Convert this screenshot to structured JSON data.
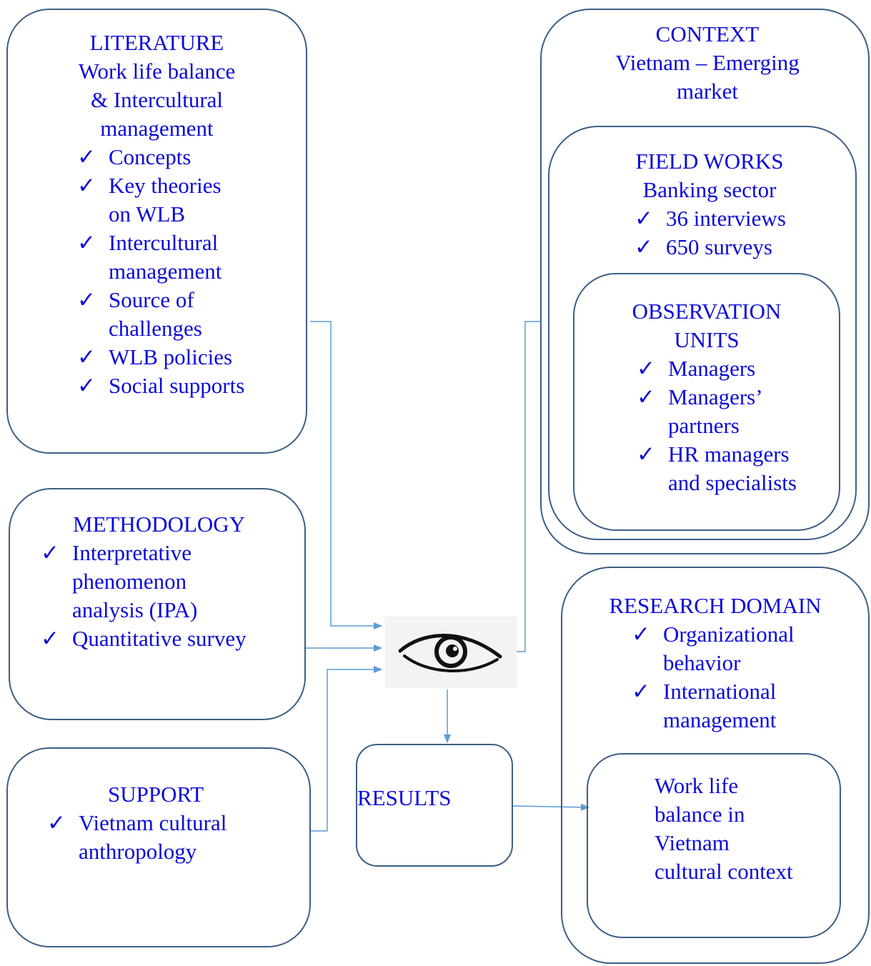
{
  "literature": {
    "title": "LITERATURE",
    "subtitle": [
      "Work life balance",
      "& Intercultural",
      "management"
    ],
    "items": [
      [
        "Concepts"
      ],
      [
        "Key theories",
        "on WLB"
      ],
      [
        "Intercultural",
        "management"
      ],
      [
        "Source of",
        "challenges"
      ],
      [
        "WLB policies"
      ],
      [
        "Social supports"
      ]
    ]
  },
  "methodology": {
    "title": "METHODOLOGY",
    "items": [
      [
        "Interpretative",
        "phenomenon",
        "analysis (IPA)"
      ],
      [
        "Quantitative survey"
      ]
    ]
  },
  "support": {
    "title": "SUPPORT",
    "items": [
      [
        "Vietnam cultural",
        "anthropology"
      ]
    ]
  },
  "context": {
    "title": "CONTEXT",
    "subtitle": [
      "Vietnam – Emerging",
      "market"
    ]
  },
  "field_works": {
    "title": "FIELD WORKS",
    "subtitle": "Banking sector",
    "items": [
      [
        "36 interviews"
      ],
      [
        "650 surveys"
      ]
    ]
  },
  "observation_units": {
    "title": [
      "OBSERVATION",
      "UNITS"
    ],
    "items": [
      [
        "Managers"
      ],
      [
        "Managers’",
        "partners"
      ],
      [
        "HR managers",
        "and specialists"
      ]
    ]
  },
  "research_domain": {
    "title": "RESEARCH DOMAIN",
    "items": [
      [
        "Organizational",
        "behavior"
      ],
      [
        "International",
        "management"
      ]
    ]
  },
  "wlb_context": [
    "Work life",
    "balance in",
    "Vietnam",
    "cultural context"
  ],
  "results": "RESULTS",
  "check_glyph": "✓",
  "colors": {
    "text": "#0a0ad8",
    "border": "#3c5f85",
    "arrow": "#5b9bd5"
  },
  "icons": {
    "center": "eye-icon"
  }
}
